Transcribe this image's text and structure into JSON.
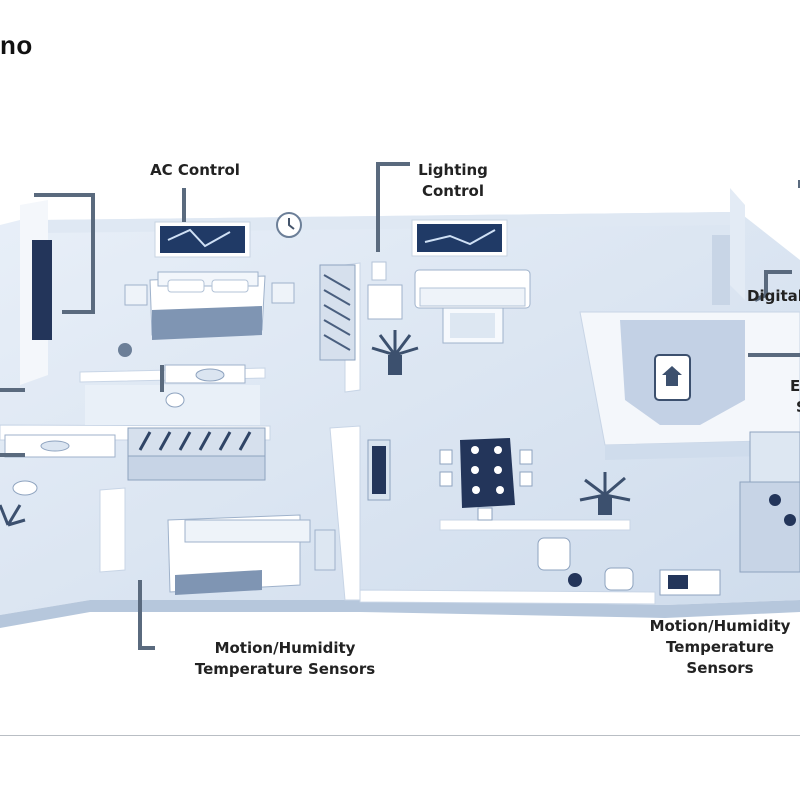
{
  "title": "no",
  "labels": {
    "ac_control": "AC Control",
    "lighting_1": "Lighting",
    "lighting_2": "Control",
    "digital": "Digital",
    "right_mid_1": "E",
    "right_mid_2": "S",
    "motion_left_1": "Motion/Humidity",
    "motion_left_2": "Temperature Sensors",
    "motion_right_1": "Motion/Humidity",
    "motion_right_2": "Temperature Sensors"
  },
  "icons": {
    "tablet": "home-tablet-icon",
    "clock": "wall-clock-icon"
  },
  "colors": {
    "floor": "#dfe9f4",
    "wall": "#f6f9fd",
    "shade": "#9fb4cf",
    "line": "#5a6a7e",
    "art": "#203a66"
  }
}
